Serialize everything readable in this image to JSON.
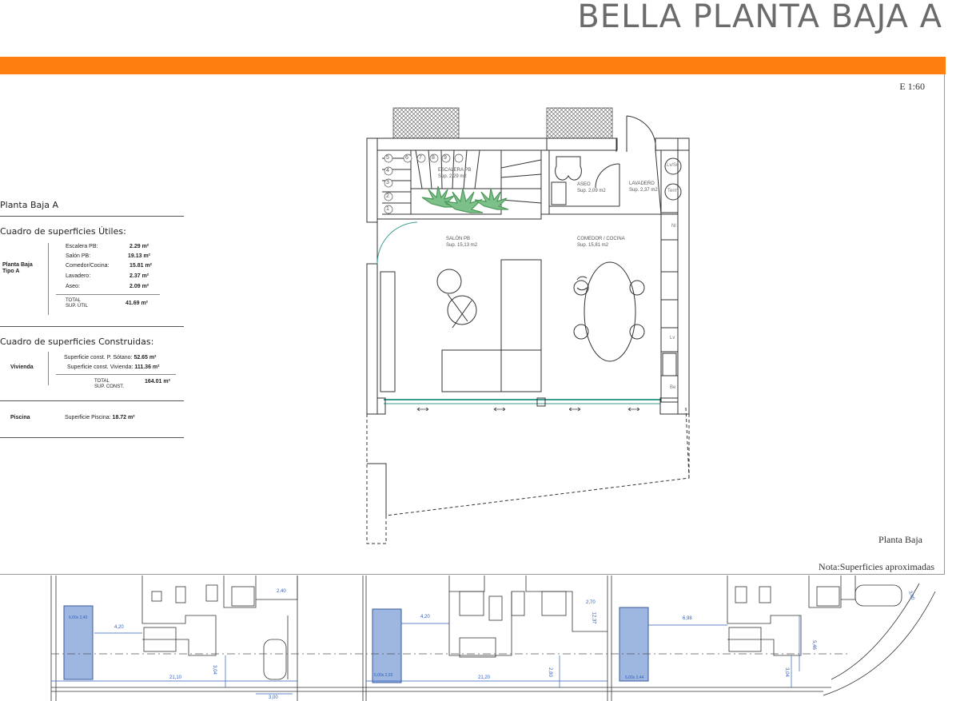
{
  "header": {
    "title": "BELLA PLANTA BAJA A",
    "accent_color": "#ff7f0e"
  },
  "plan": {
    "scale": "E 1:60",
    "floor_label": "Planta Baja",
    "note": "Nota:Superficies aproximadas",
    "rooms": {
      "escalera": "ESCALERA PB",
      "escalera_sup": "Sup. 2,29 m2",
      "aseo": "ASEO",
      "aseo_sup": "Sup. 2,09 m2",
      "lavadero": "LAVADERO",
      "lavadero_sup": "Sup. 2,37 m2",
      "salon": "SALÓN PB",
      "salon_sup": "Sup. 15,13 m2",
      "comedor": "COMEDOR / COCINA",
      "comedor_sup": "Sup. 15,81 m2"
    },
    "appliances": [
      "Lv/Sc",
      "Term",
      "Nl",
      "Lv",
      "Be"
    ],
    "steps": [
      "1",
      "2",
      "3",
      "4",
      "5",
      "6",
      "7",
      "8",
      "9"
    ]
  },
  "panel": {
    "heading": "Planta Baja A",
    "useful_title": "Cuadro de superficies Útiles:",
    "useful_group": "Planta Baja\nTipo A",
    "useful_rows": [
      {
        "name": "Escalera PB:",
        "value": "2.29 m²"
      },
      {
        "name": "Salón PB:",
        "value": "19.13 m²"
      },
      {
        "name": "Comedor/Cocina:",
        "value": "15.81 m²"
      },
      {
        "name": "Lavadero:",
        "value": "2.37 m²"
      },
      {
        "name": "Aseo:",
        "value": "2.09 m²"
      }
    ],
    "useful_total_label": "TOTAL\nSUP. ÚTIL",
    "useful_total": "41.69 m²",
    "built_title": "Cuadro de superficies Construidas:",
    "built_group": "Vivienda",
    "built_rows": [
      {
        "name": "Superficie const. P. Sótano:",
        "value": "52.65 m²"
      },
      {
        "name": "Superficie const. Vivienda:",
        "value": "111.36 m²"
      }
    ],
    "built_total_label": "TOTAL\nSUP. CONST.",
    "built_total": "164.01 m²",
    "pool_group": "Piscina",
    "pool_row": "Superficie Piscina:",
    "pool_value": "18.72 m²"
  },
  "site": {
    "dims": [
      "4,20",
      "21,10",
      "2,40",
      "3,04",
      "3,00",
      "4,20",
      "21,20",
      "2,70",
      "12,37",
      "2,80",
      "6,98",
      "3,04",
      "5,46",
      "3,00"
    ],
    "pools": [
      "6,00x 2,40",
      "6,00x 2,92",
      "6,00x 2,44"
    ]
  }
}
